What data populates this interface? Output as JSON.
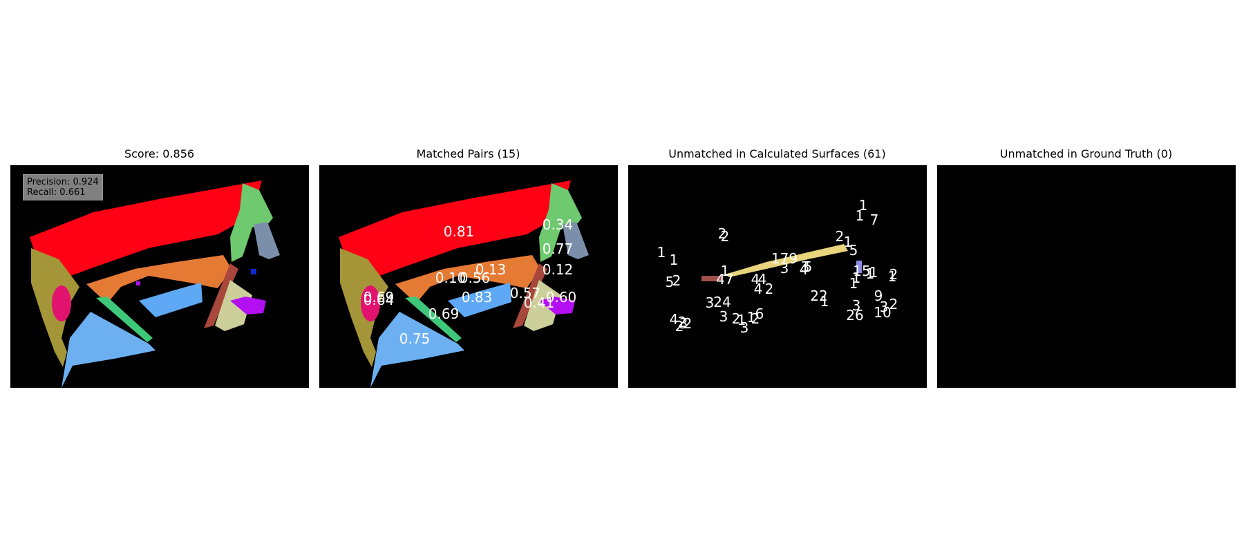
{
  "panels": [
    {
      "title": "Score: 0.856"
    },
    {
      "title": "Matched Pairs (15)"
    },
    {
      "title": "Unmatched in Calculated Surfaces (61)"
    },
    {
      "title": "Unmatched in Ground Truth (0)"
    }
  ],
  "metrics": {
    "precision": "Precision: 0.924",
    "recall": "Recall: 0.661"
  },
  "matched_labels": [
    "0.81",
    "0.34",
    "0.77",
    "0.13",
    "0.10",
    "0.56",
    "0.12",
    "0.69",
    "0.64",
    "0.83",
    "0.57",
    "0.60",
    "0.41",
    "0.69",
    "0.75"
  ],
  "unmatched_labels": [
    "1",
    "1",
    "7",
    "2",
    "2",
    "2",
    "1",
    "5",
    "1",
    "1",
    "5",
    "2",
    "1",
    "47",
    "179",
    "3",
    "3",
    "4",
    "5",
    "4",
    "4",
    "1",
    "1",
    "15",
    "1",
    "2",
    "1",
    "1",
    "4",
    "2",
    "22",
    "1",
    "9",
    "3",
    "24",
    "3",
    "26",
    "3",
    "2",
    "10",
    "3",
    "2",
    "3",
    "2",
    "3",
    "1",
    "6",
    "2",
    "4",
    "2",
    "2",
    "1"
  ],
  "colors": {
    "red": "#ff0014",
    "orange": "#e57a35",
    "olive": "#a59539",
    "light_blue": "#6db0f2",
    "blue": "#5ea8f5",
    "green": "#6fc96f",
    "slate": "#7b8fab",
    "teal_green": "#3ec87a",
    "brown": "#a8473b",
    "khaki": "#cdcf9a",
    "magenta": "#b20ff2",
    "pink": "#e2136f",
    "yellow": "#e8d47c"
  }
}
